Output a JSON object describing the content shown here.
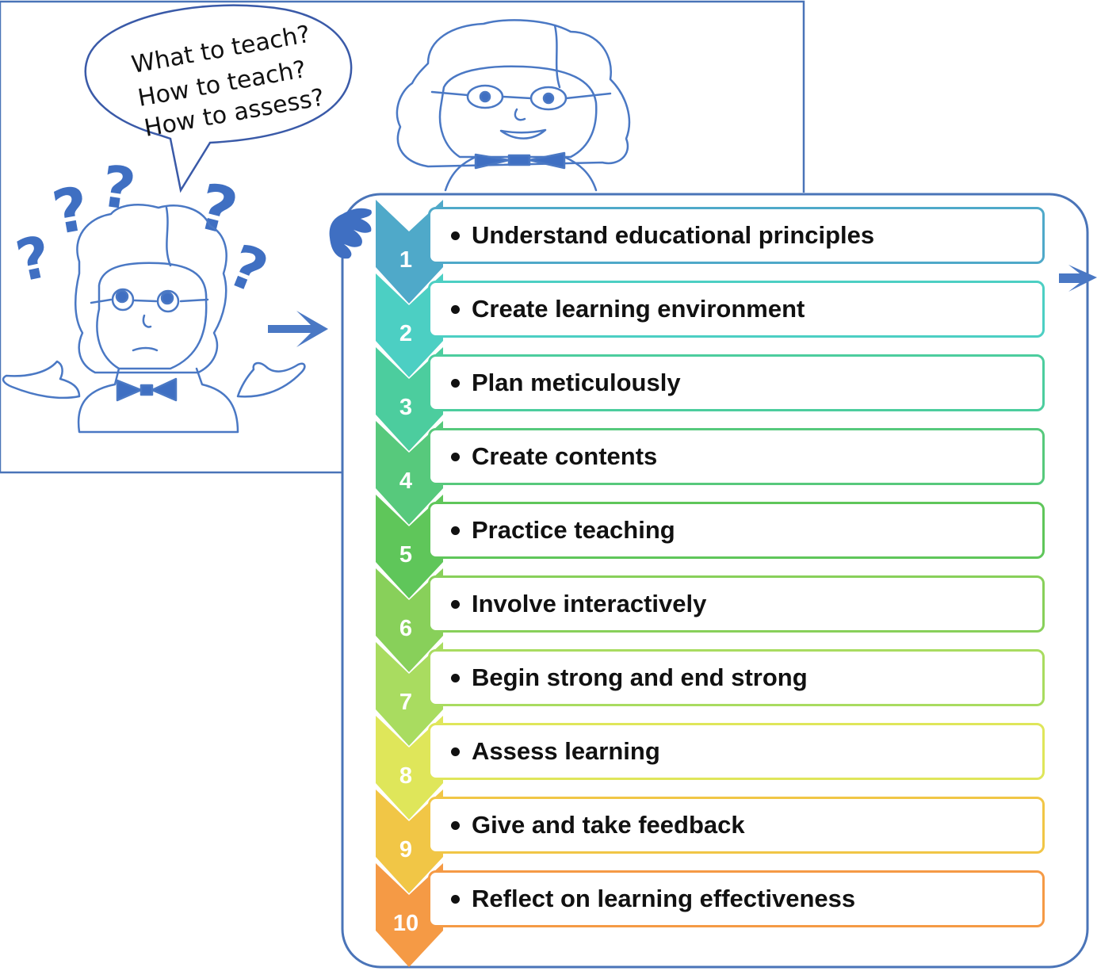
{
  "speech_bubble": {
    "lines": [
      "What to teach?",
      "How to teach?",
      "How to assess?"
    ]
  },
  "steps": [
    {
      "number": "1",
      "text": "Understand educational principles",
      "color": "#4fa9c9"
    },
    {
      "number": "2",
      "text": "Create learning environment",
      "color": "#4ccfc3"
    },
    {
      "number": "3",
      "text": "Plan meticulously",
      "color": "#4ccd9e"
    },
    {
      "number": "4",
      "text": "Create contents",
      "color": "#57c97c"
    },
    {
      "number": "5",
      "text": "Practice teaching",
      "color": "#5fc65a"
    },
    {
      "number": "6",
      "text": "Involve interactively",
      "color": "#88d05a"
    },
    {
      "number": "7",
      "text": "Begin strong and end strong",
      "color": "#a9dc60"
    },
    {
      "number": "8",
      "text": "Assess learning",
      "color": "#dfe65a"
    },
    {
      "number": "9",
      "text": "Give and take feedback",
      "color": "#f1c646"
    },
    {
      "number": "10",
      "text": "Reflect on learning effectiveness",
      "color": "#f59a45"
    }
  ],
  "colors": {
    "line_art": "#4a78c4",
    "line_art_dark": "#3a64ad",
    "frame": "#4a74b8"
  }
}
